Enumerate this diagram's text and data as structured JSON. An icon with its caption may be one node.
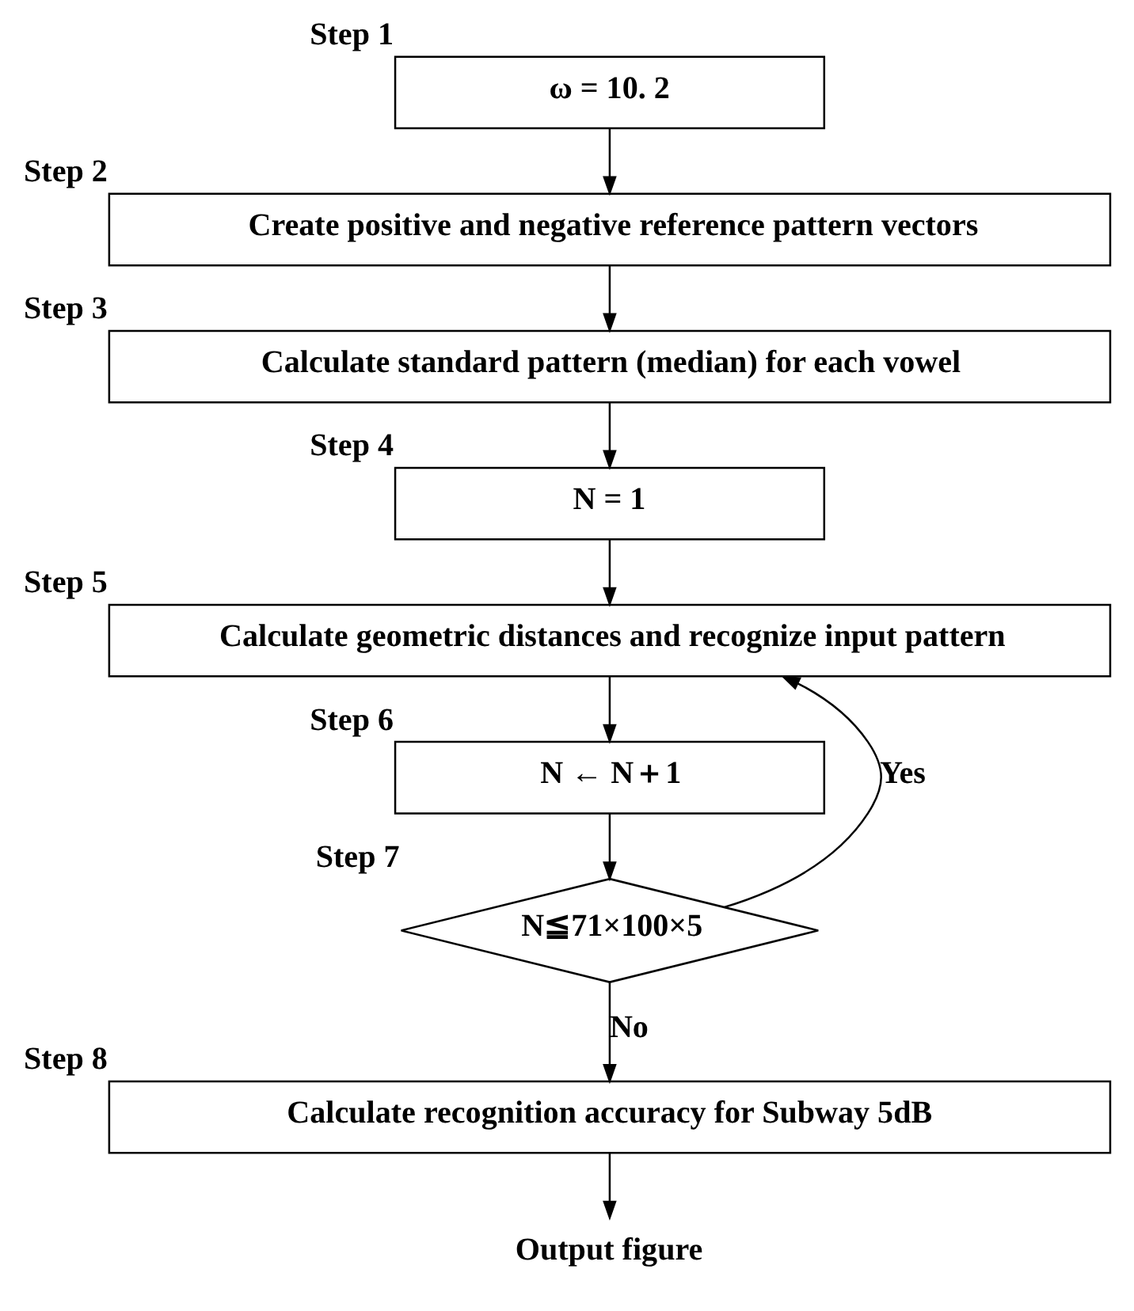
{
  "diagram": {
    "nodes": [
      {
        "text": [
          "ω = 10. 2"
        ],
        "beside": [
          "Step 1"
        ]
      },
      {
        "text": [
          "Create positive and negative reference pattern vectors"
        ],
        "beside": [
          "Step 2"
        ]
      },
      {
        "text": [
          "Calculate standard pattern (median) for each vowel"
        ],
        "beside": [
          "Step 3"
        ]
      },
      {
        "text": [
          "N = 1"
        ],
        "beside": [
          "Step 4"
        ]
      },
      {
        "text": [
          "Calculate geometric distances and recognize input pattern"
        ],
        "beside": [
          "Step 5"
        ]
      },
      {
        "text": [
          "N ← N＋1"
        ],
        "beside": [
          "Step 6"
        ]
      },
      {
        "text": [
          "N≦71×100×5"
        ],
        "beside": [
          "Step 7"
        ]
      },
      {
        "text": [
          "Calculate recognition accuracy for Subway 5dB"
        ],
        "beside": [
          "Step 8"
        ]
      },
      {
        "text": [
          "Output figure"
        ]
      }
    ],
    "edges": [
      {
        "from": 0,
        "to": 1,
        "arrow": "to"
      },
      {
        "from": 1,
        "to": 2,
        "arrow": "to"
      },
      {
        "from": 2,
        "to": 3,
        "arrow": "to"
      },
      {
        "from": 3,
        "to": 4,
        "arrow": "to"
      },
      {
        "from": 4,
        "to": 5,
        "arrow": "to"
      },
      {
        "from": 5,
        "to": 6,
        "arrow": "to"
      },
      {
        "from": 6,
        "to": 4,
        "arrow": "to",
        "label": "Yes"
      },
      {
        "from": 6,
        "to": 7,
        "arrow": "to",
        "label": "No"
      },
      {
        "from": 7,
        "to": 8,
        "arrow": "to"
      }
    ]
  }
}
